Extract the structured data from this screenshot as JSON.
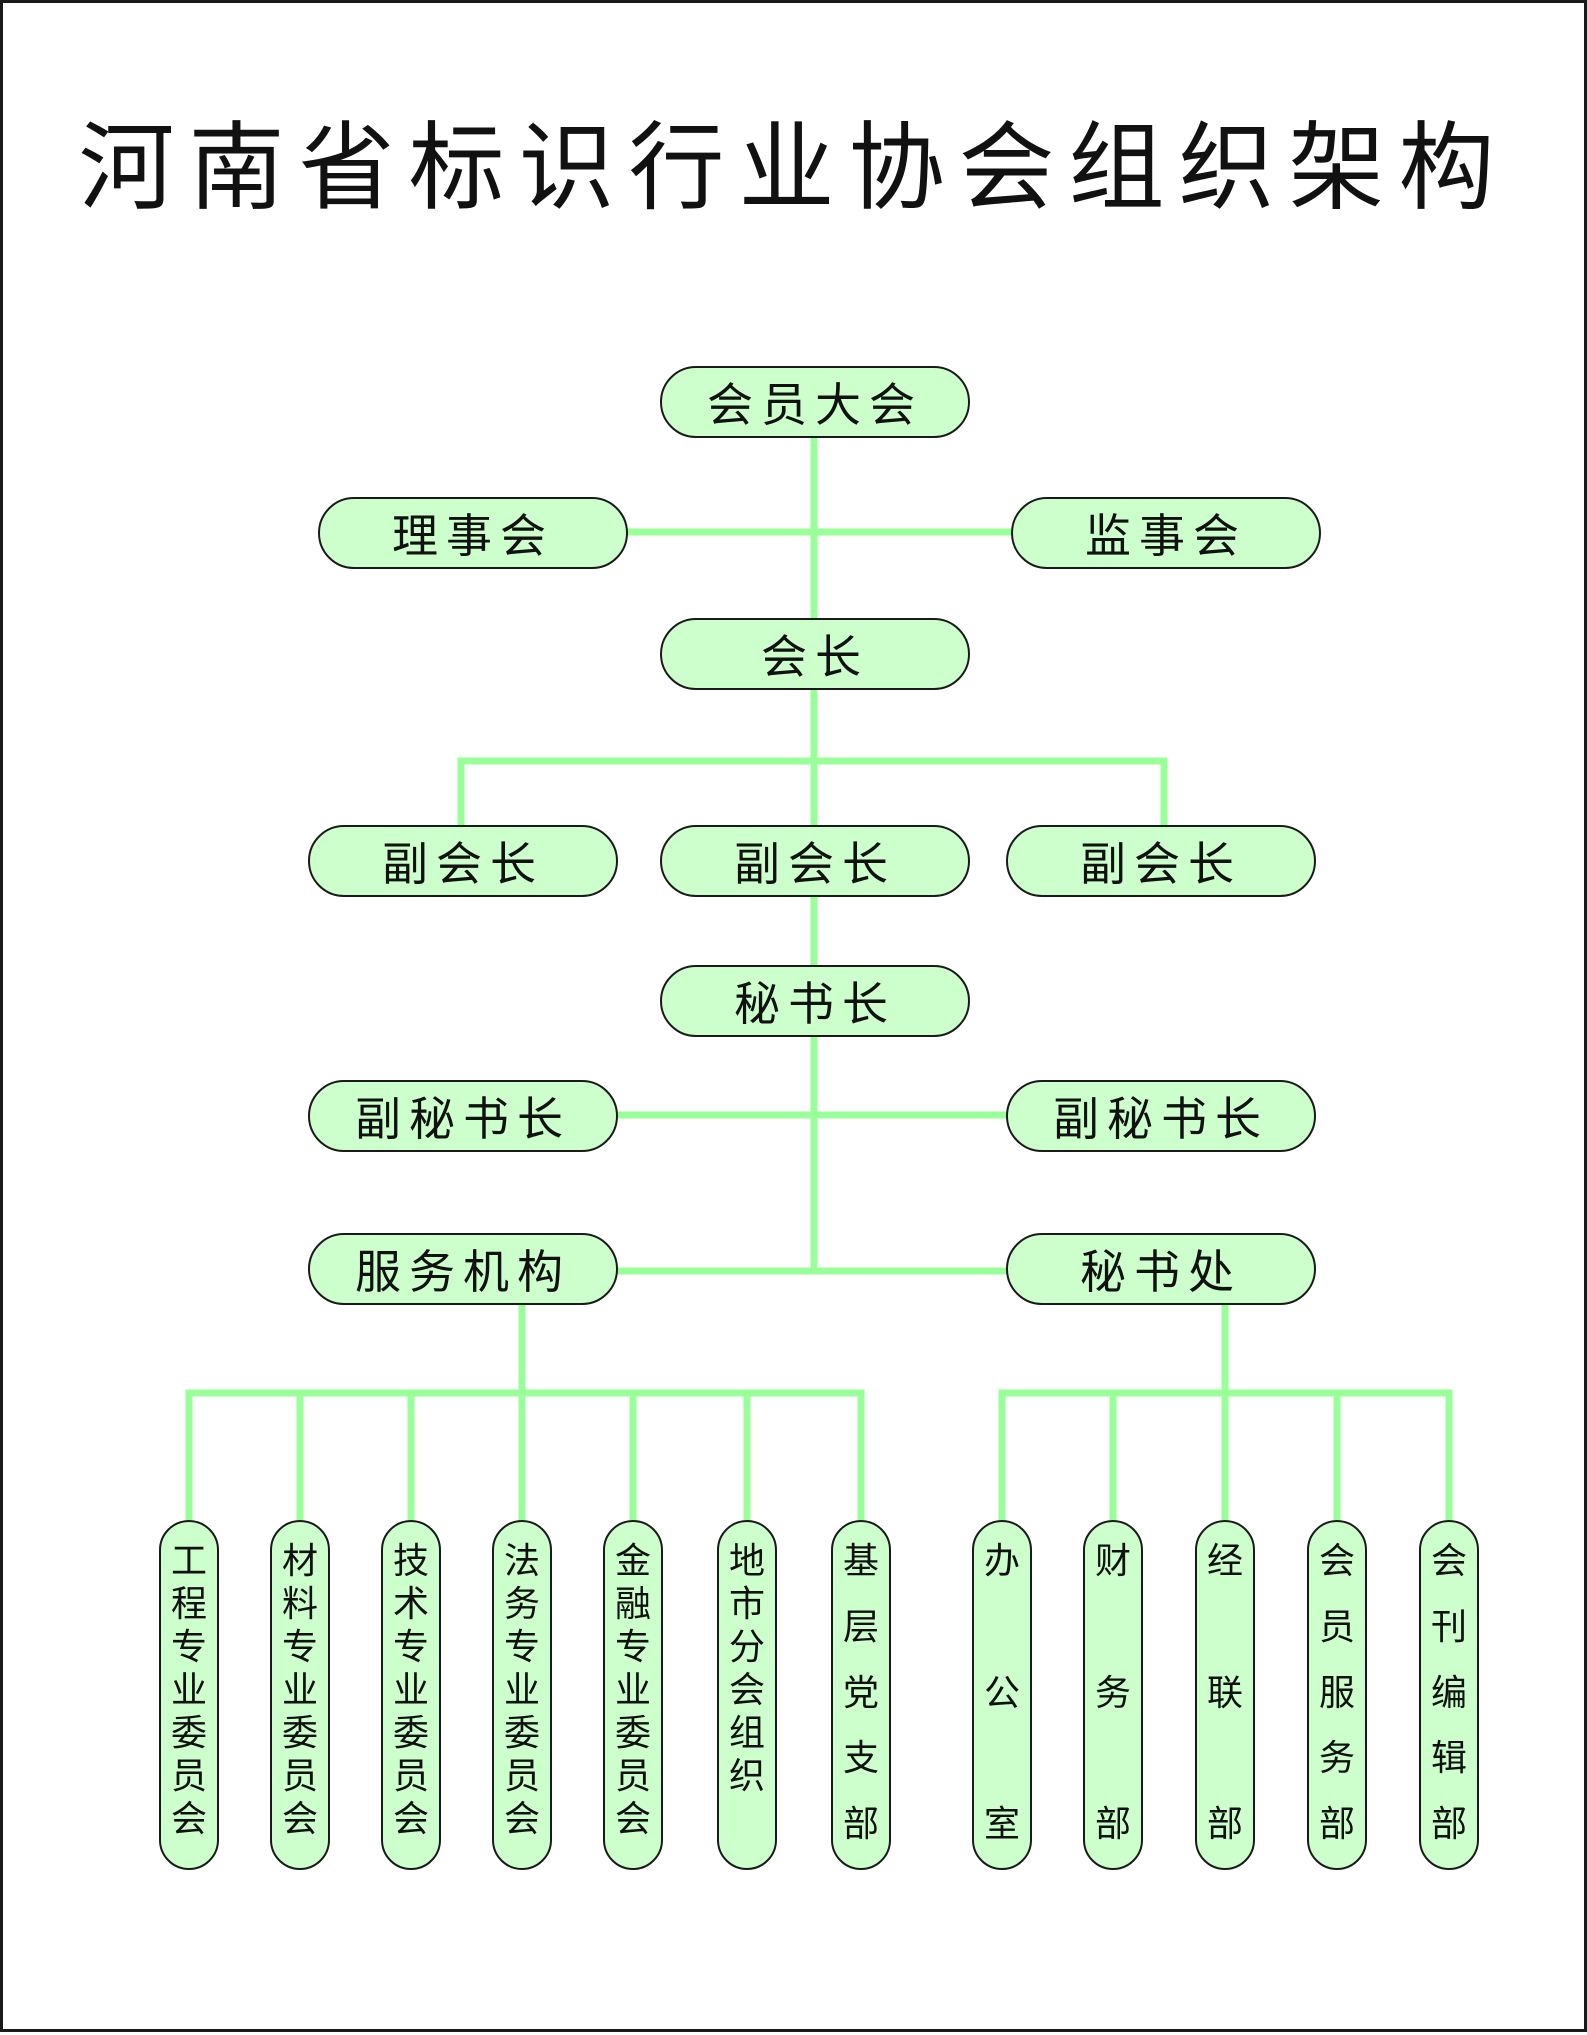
{
  "title": "河南省标识行业协会组织架构",
  "colors": {
    "node_fill": "#ccffcc",
    "connector": "#99ff99",
    "border": "#1a1a1a"
  },
  "nodes": {
    "general_assembly": "会员大会",
    "council": "理事会",
    "supervisory_board": "监事会",
    "president": "会长",
    "vice_presidents": [
      "副会长",
      "副会长",
      "副会长"
    ],
    "secretary_general": "秘书长",
    "deputy_secretaries": [
      "副秘书长",
      "副秘书长"
    ],
    "service_agency": "服务机构",
    "secretariat": "秘书处"
  },
  "service_units": [
    "工程专业委员会",
    "材料专业委员会",
    "技术专业委员会",
    "法务专业委员会",
    "金融专业委员会",
    "地市分会组织",
    "基层党支部"
  ],
  "secretariat_units": [
    "办公室",
    "财务部",
    "经联部",
    "会员服务部",
    "会刊编辑部"
  ]
}
